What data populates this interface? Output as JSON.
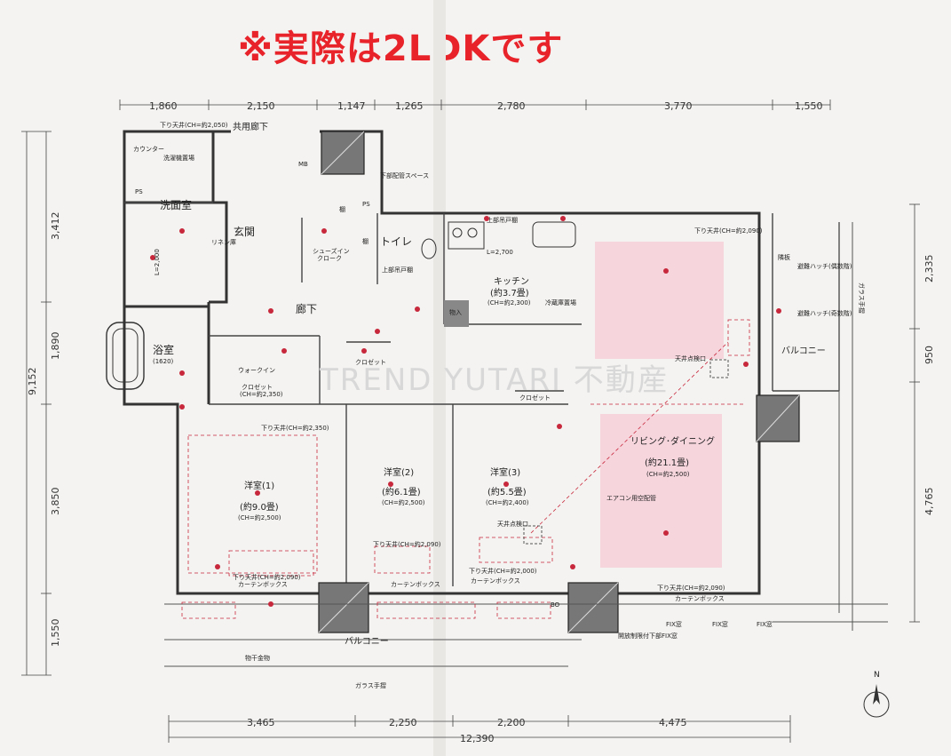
{
  "banner": "※実際は2LDKです",
  "watermark": "TREND YUTARI 不動産",
  "dims_top": [
    "1,860",
    "2,150",
    "1,147",
    "1,265",
    "2,780",
    "3,770",
    "1,550"
  ],
  "dims_bottom": [
    "3,465",
    "2,250",
    "2,200",
    "4,475"
  ],
  "dim_total": "12,390",
  "dims_left": [
    "3,412",
    "1,890",
    "3,850",
    "1,550"
  ],
  "dim_left_total": "9,152",
  "dims_right": [
    "2,335",
    "950",
    "4,765"
  ],
  "rooms": {
    "senmen": "洗面室",
    "genkan": "玄関",
    "toilet": "トイレ",
    "roka": "廊下",
    "kyoyo": "共用廊下",
    "yokushitsu": "浴室",
    "yokushitsu_size": "(1620)",
    "kitchen": "キッチン",
    "kitchen_size": "(約3.7畳)",
    "kitchen_ch": "(CH=約2,300)",
    "living": "リビング･ダイニング",
    "living_size": "(約21.1畳)",
    "living_ch": "(CH=約2,500)",
    "yoshitsu1": "洋室(1)",
    "yoshitsu1_size": "(約9.0畳)",
    "yoshitsu1_ch": "(CH=約2,500)",
    "yoshitsu2": "洋室(2)",
    "yoshitsu2_size": "(約6.1畳)",
    "yoshitsu2_ch": "(CH=約2,500)",
    "yoshitsu3": "洋室(3)",
    "yoshitsu3_size": "(約5.5畳)",
    "yoshitsu3_ch": "(CH=約2,400)",
    "balcony_bottom": "バルコニー",
    "balcony_right": "バルコニー",
    "walkin": "ウォークイン",
    "closet": "クロゼット",
    "closet_ch": "(CH=約2,350)",
    "closet2": "クロゼット",
    "closet3": "クロゼット",
    "shoes": "シューズイン",
    "shoes2": "クローク",
    "mb": "MB",
    "ps1": "PS",
    "ps2": "PS",
    "counter": "カウンター",
    "sentakuki": "洗濯機置場",
    "linen": "リネン庫",
    "tana1": "棚",
    "tana2": "棚",
    "monoire": "物入",
    "reizoko": "冷蔵庫置場",
    "hinan1": "避難ハッチ(偶数階)",
    "hinan2": "避難ハッチ(奇数階)",
    "rinban": "隣板",
    "hoshikanamono": "物干金物",
    "glass_bottom": "ガラス手摺",
    "glass_right": "ガラス手摺",
    "tenjo1": "天井点検口",
    "tenjo2": "天井点検口",
    "aircon": "エアコン用空配管",
    "uebu": "上部吊戸棚",
    "uebu2": "上部吊戸棚",
    "kabu": "下部配管スペース",
    "sagari1": "下り天井(CH=約2,050)",
    "sagari2": "下り天井(CH=約2,090)",
    "sagari3": "下り天井(CH=約2,350)",
    "sagari4": "下り天井(CH=約2,090)",
    "sagari5": "下り天井(CH=約2,090)",
    "sagari6": "下り天井(CH=約2,000)",
    "sagari7": "下り天井(CH=約2,090)",
    "curtain1": "カーテンボックス",
    "curtain2": "カーテンボックス",
    "curtain3": "カーテンボックス",
    "curtain4": "カーテンボックス",
    "fix1": "FIX窓",
    "fix2": "FIX窓",
    "fix3": "FIX窓",
    "kaiho": "開放制限付下部FIX窓",
    "l2000": "L=2,000",
    "l2700": "L=2,700",
    "bo": "BO",
    "north": "N"
  },
  "colors": {
    "banner": "#e8242a",
    "pink": "#f6d5dd",
    "wall": "#333333",
    "red": "#c8283c"
  }
}
